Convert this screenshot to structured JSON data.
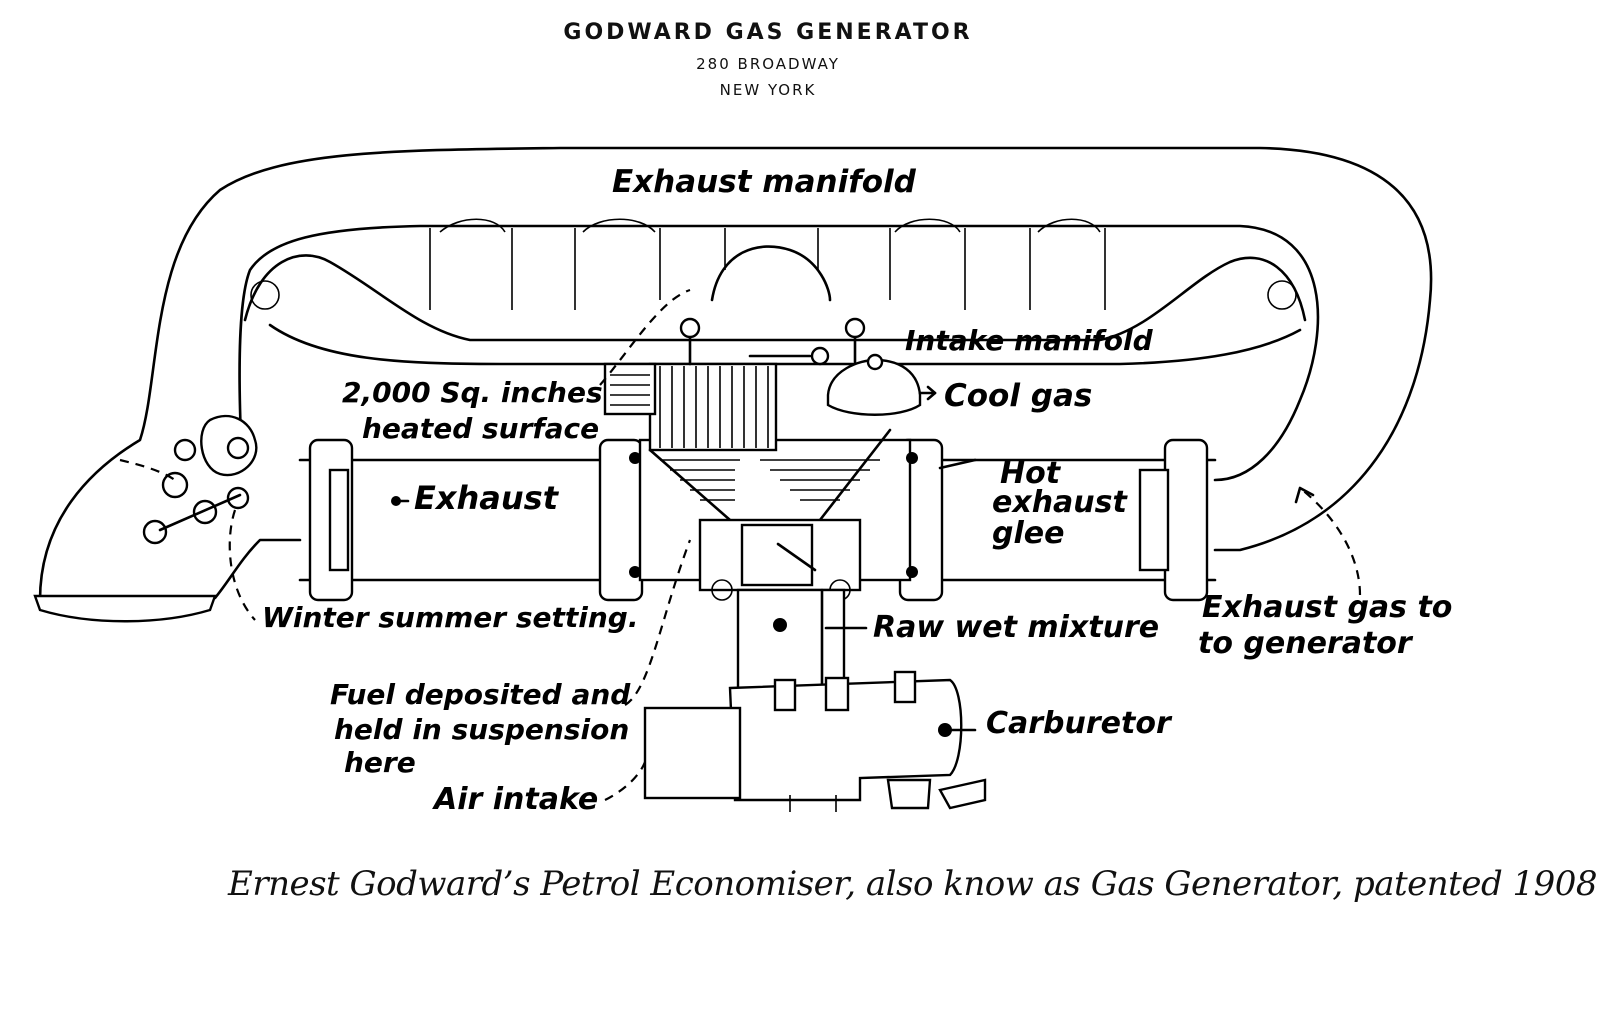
{
  "header": {
    "title": "GODWARD GAS GENERATOR",
    "address": "280 BROADWAY",
    "city": "NEW YORK"
  },
  "labels": {
    "exhaust_manifold": "Exhaust manifold",
    "intake_manifold": "Intake manifold",
    "cool_gas": "Cool gas",
    "heated_surface_1": "2,000 Sq. inches",
    "heated_surface_2": "heated surface",
    "exhaust": "Exhaust",
    "hot_exhaust_1": "Hot",
    "hot_exhaust_2": "exhaust",
    "hot_exhaust_3": "glee",
    "winter_summer": "Winter summer setting.",
    "raw_wet_mixture": "Raw wet mixture",
    "exhaust_gas_1": "Exhaust gas to",
    "exhaust_gas_2": "to generator",
    "fuel_deposited_1": "Fuel deposited and",
    "fuel_deposited_2": "held in suspension",
    "fuel_deposited_3": "here",
    "carburetor": "Carburetor",
    "air_intake": "Air intake"
  },
  "caption": "Ernest Godward’s Petrol Economiser, also know as Gas Generator, patented 1908",
  "colors": {
    "ink": "#000000",
    "paper": "#ffffff"
  }
}
